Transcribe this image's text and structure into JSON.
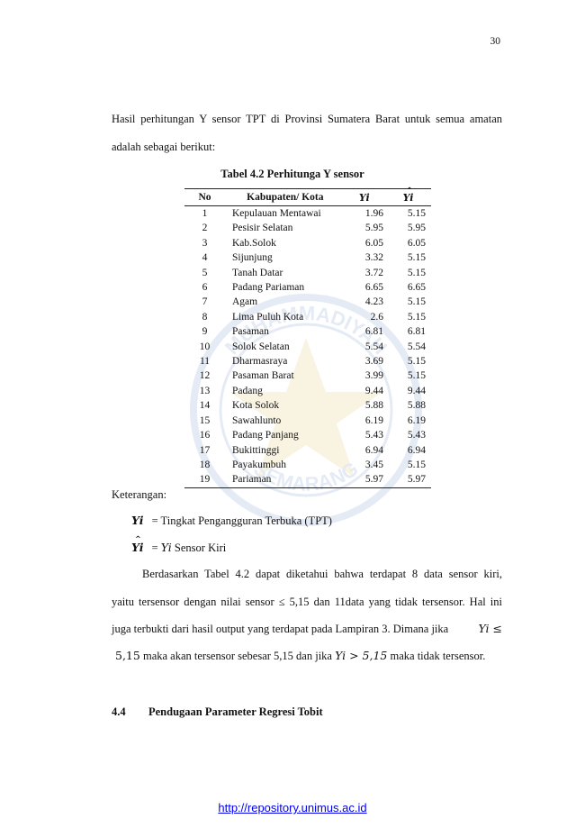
{
  "page_number": "30",
  "intro_line1": "Hasil perhitungan Y sensor TPT di Provinsi Sumatera Barat untuk semua amatan",
  "intro_line2": "adalah sebagai berikut:",
  "table_title": "Tabel 4.2 Perhitunga Y sensor",
  "table": {
    "headers": {
      "no": "No",
      "name": "Kabupaten/ Kota",
      "yi": "Yi",
      "yhat": "Yi"
    },
    "rows": [
      {
        "no": "1",
        "name": "Kepulauan Mentawai",
        "yi": "1.96",
        "yhat": "5.15"
      },
      {
        "no": "2",
        "name": "Pesisir Selatan",
        "yi": "5.95",
        "yhat": "5.95"
      },
      {
        "no": "3",
        "name": "Kab.Solok",
        "yi": "6.05",
        "yhat": "6.05"
      },
      {
        "no": "4",
        "name": "Sijunjung",
        "yi": "3.32",
        "yhat": "5.15"
      },
      {
        "no": "5",
        "name": "Tanah Datar",
        "yi": "3.72",
        "yhat": "5.15"
      },
      {
        "no": "6",
        "name": "Padang Pariaman",
        "yi": "6.65",
        "yhat": "6.65"
      },
      {
        "no": "7",
        "name": "Agam",
        "yi": "4.23",
        "yhat": "5.15"
      },
      {
        "no": "8",
        "name": "Lima Puluh Kota",
        "yi": "2.6",
        "yhat": "5.15"
      },
      {
        "no": "9",
        "name": "Pasaman",
        "yi": "6.81",
        "yhat": "6.81"
      },
      {
        "no": "10",
        "name": "Solok Selatan",
        "yi": "5.54",
        "yhat": "5.54"
      },
      {
        "no": "11",
        "name": "Dharmasraya",
        "yi": "3.69",
        "yhat": "5.15"
      },
      {
        "no": "12",
        "name": "Pasaman Barat",
        "yi": "3.99",
        "yhat": "5.15"
      },
      {
        "no": "13",
        "name": "Padang",
        "yi": "9.44",
        "yhat": "9.44"
      },
      {
        "no": "14",
        "name": "Kota Solok",
        "yi": "5.88",
        "yhat": "5.88"
      },
      {
        "no": "15",
        "name": "Sawahlunto",
        "yi": "6.19",
        "yhat": "6.19"
      },
      {
        "no": "16",
        "name": "Padang Panjang",
        "yi": "5.43",
        "yhat": "5.43"
      },
      {
        "no": "17",
        "name": "Bukittinggi",
        "yi": "6.94",
        "yhat": "6.94"
      },
      {
        "no": "18",
        "name": "Payakumbuh",
        "yi": "3.45",
        "yhat": "5.15"
      },
      {
        "no": "19",
        "name": "Pariaman",
        "yi": "5.97",
        "yhat": "5.97"
      }
    ]
  },
  "keterangan_label": "Keterangan:",
  "legend": {
    "yi_symbol": "Yi",
    "yi_text": "= Tingkat Pengangguran Terbuka (TPT)",
    "yhat_symbol": "Yi",
    "yhat_text_pre": "=",
    "yhat_text_var": "Yi",
    "yhat_text_post": "Sensor Kiri"
  },
  "paragraph": {
    "line1": "Berdasarkan Tabel 4.2 dapat diketahui bahwa  terdapat 8 data sensor kiri,",
    "line2": "yaitu tersensor dengan nilai sensor  ≤ 5,15 dan 11data yang tidak tersensor. Hal ini",
    "line3_text": "juga terbukti dari hasil output yang terdapat pada Lampiran 3. Dimana jika",
    "line3_math": "Yi ≤",
    "line4_math1": "5,15",
    "line4_text1": "maka akan tersensor sebesar 5,15 dan jika",
    "line4_math2": "Yi >  5,15",
    "line4_text2": "maka tidak tersensor."
  },
  "section": {
    "number": "4.4",
    "title": "Pendugaan Parameter Regresi Tobit"
  },
  "watermark": {
    "top_text": "MUHAMMADIYAH",
    "bottom_text": "SEMARANG"
  },
  "footer_link": "http://repository.unimus.ac.id"
}
